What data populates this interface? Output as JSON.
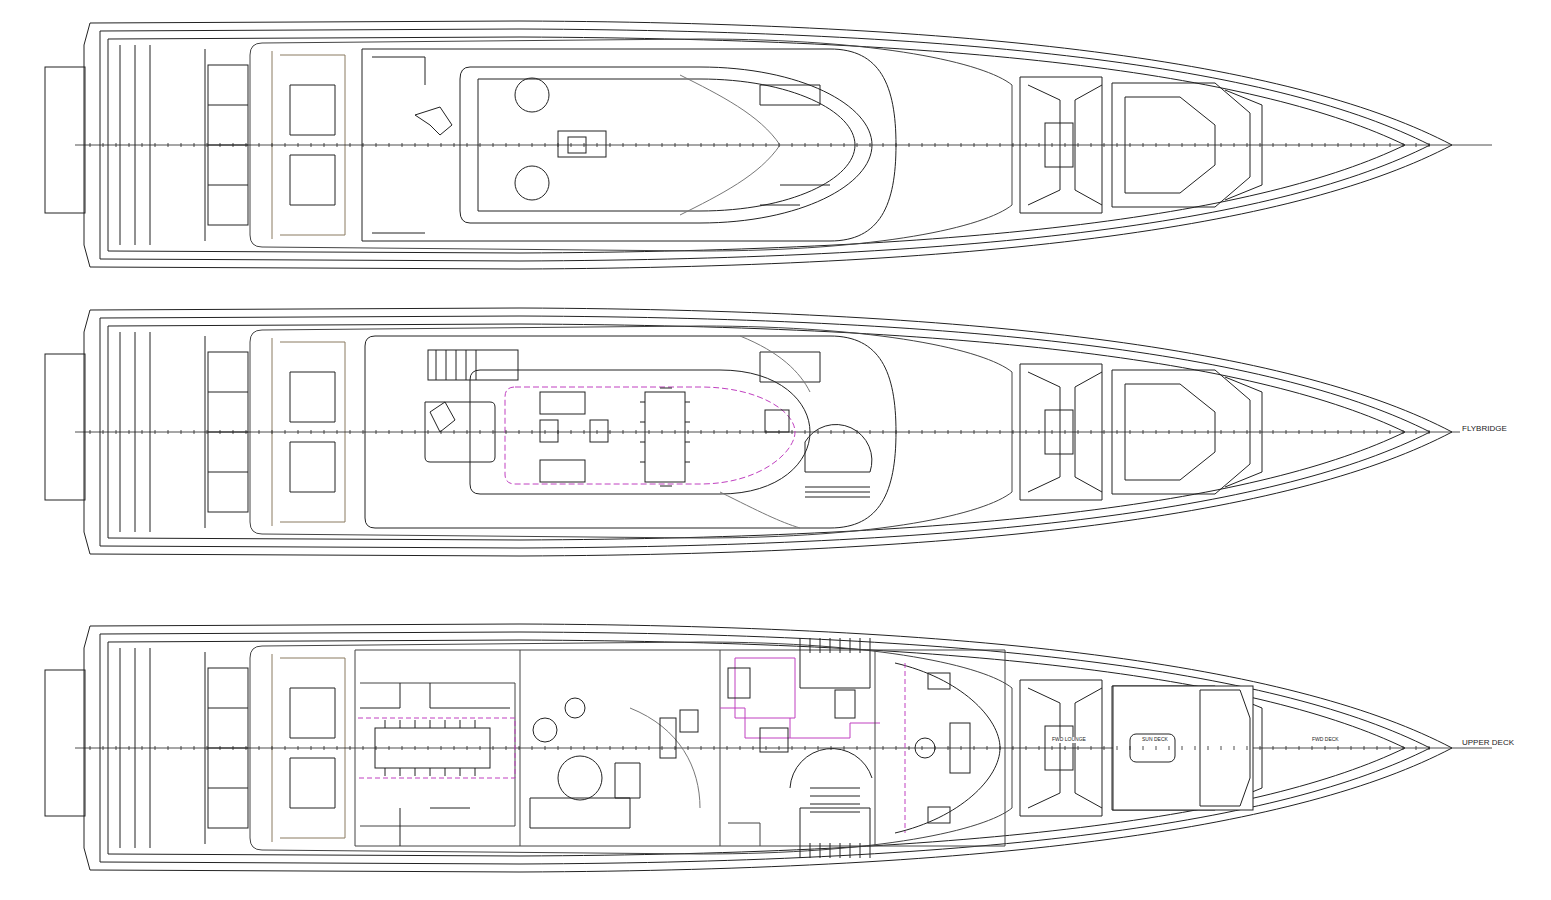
{
  "diagram": {
    "labels": [
      "FLYBRIDGE",
      "UPPER DECK",
      "FWD LOUNGE",
      "SUN DECK",
      "FWD DECK"
    ]
  }
}
